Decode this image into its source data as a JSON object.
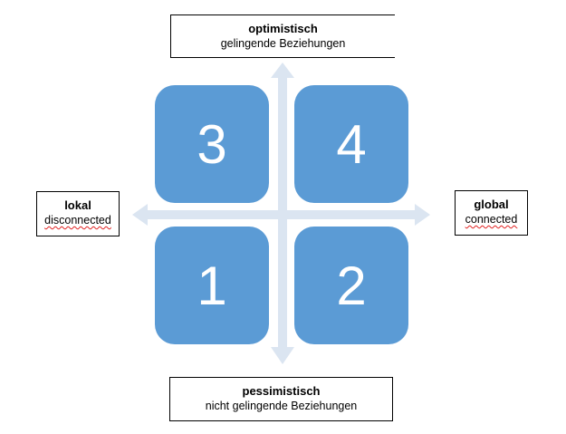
{
  "top": {
    "title": "optimistisch",
    "subtitle": "gelingende Beziehungen"
  },
  "bottom": {
    "title": "pessimistisch",
    "subtitle": "nicht gelingende Beziehungen"
  },
  "left": {
    "title": "lokal",
    "subtitle": "disconnected"
  },
  "right": {
    "title": "global",
    "subtitle": "connected"
  },
  "quadrants": {
    "top_left": "3",
    "top_right": "4",
    "bottom_left": "1",
    "bottom_right": "2"
  },
  "colors": {
    "quadrant": "#5b9bd5",
    "axis": "#dbe5f1",
    "spellcheck_underline": "#e02020"
  }
}
